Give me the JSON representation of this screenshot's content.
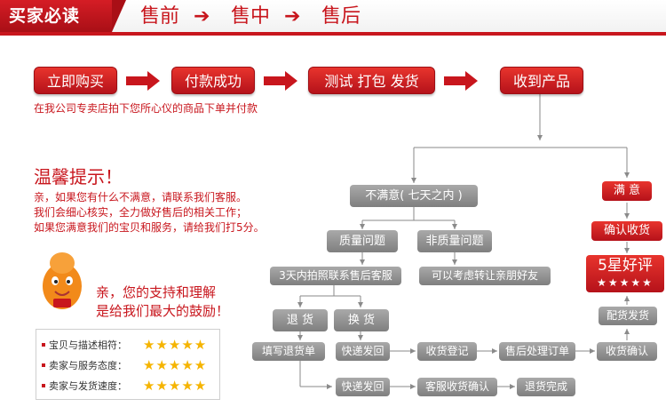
{
  "header": {
    "tag": "买家必读",
    "steps": [
      "售前",
      "售中",
      "售后"
    ],
    "arrow": "➔"
  },
  "top_flow": [
    "立即购买",
    "付款成功",
    "测试 打包 发货",
    "收到产品"
  ],
  "subnote": "在我公司专卖店拍下您所心仪的商品下单并付款",
  "tips": {
    "title": "温馨提示！",
    "lines": [
      "亲，如果您有什么不满意，请联系我们客服。",
      "我们会细心核实，全力做好售后的相关工作；",
      "如果您满意我们的宝贝和服务，请给我们打5分。"
    ]
  },
  "support": [
    "亲，您的支持和理解",
    "是给我们最大的鼓励！"
  ],
  "ratings": [
    {
      "label": "宝贝与描述相符：",
      "stars": "★★★★★"
    },
    {
      "label": "卖家与服务态度：",
      "stars": "★★★★★"
    },
    {
      "label": "卖家与发货速度：",
      "stars": "★★★★★"
    }
  ],
  "flow": {
    "unsatisfied": "不满意( 七天之内 )",
    "quality": "质量问题",
    "non_quality": "非质量问题",
    "three_days": "3天内拍照联系售后客服",
    "transfer": "可以考虑转让亲朋好友",
    "return": "退  货",
    "exchange": "换  货",
    "fill_return": "填写退货单",
    "express_back_1": "快递发回",
    "receive_register": "收货登记",
    "aftersale_order": "售后处理订单",
    "receive_confirm": "收货确认",
    "express_back_2": "快递发回",
    "cs_confirm": "客服收货确认",
    "refund_done": "退货完成",
    "satisfied": "满  意",
    "confirm_receipt": "确认收货",
    "five_star": "5星好评",
    "five_star_marks": "★★★★★",
    "ship_again": "配货发货"
  },
  "colors": {
    "brand_red": "#c8161d",
    "node_gray": "#8f8f8f",
    "star": "#f5b400"
  }
}
